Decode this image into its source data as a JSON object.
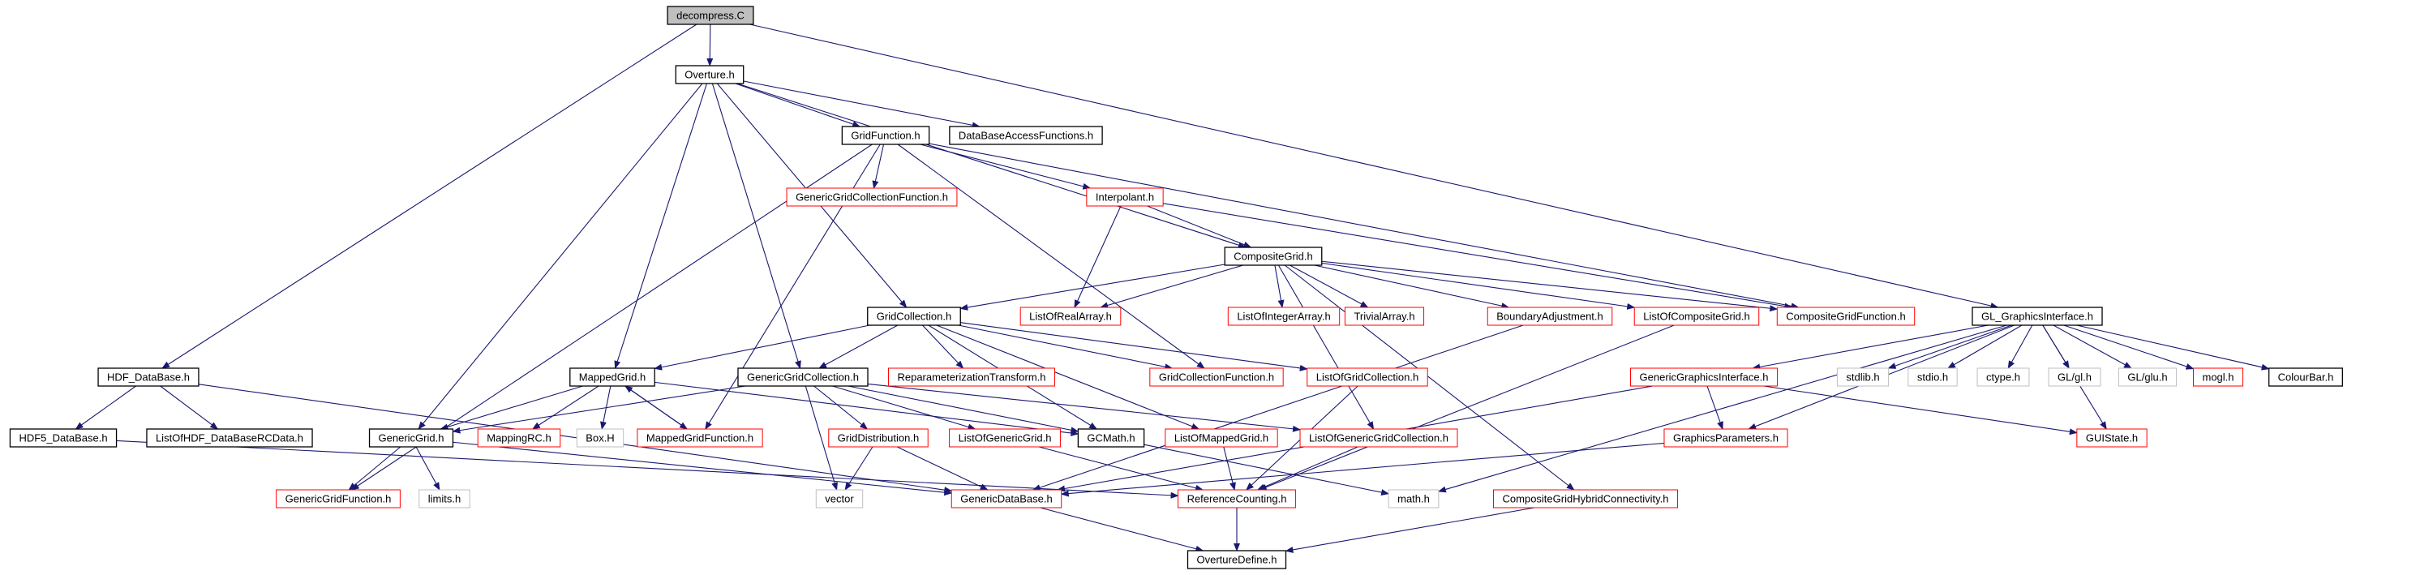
{
  "graph": {
    "nodes": [
      {
        "id": "decompress",
        "label": "decompress.C",
        "style": "root"
      },
      {
        "id": "overture",
        "label": "Overture.h",
        "style": "black"
      },
      {
        "id": "hdf_database",
        "label": "HDF_DataBase.h",
        "style": "black"
      },
      {
        "id": "gl_graphics",
        "label": "GL_GraphicsInterface.h",
        "style": "black"
      },
      {
        "id": "gridfunction",
        "label": "GridFunction.h",
        "style": "black"
      },
      {
        "id": "dbaccess",
        "label": "DataBaseAccessFunctions.h",
        "style": "black"
      },
      {
        "id": "generic_gc_function",
        "label": "GenericGridCollectionFunction.h",
        "style": "red"
      },
      {
        "id": "interpolant",
        "label": "Interpolant.h",
        "style": "red"
      },
      {
        "id": "compositegrid",
        "label": "CompositeGrid.h",
        "style": "black"
      },
      {
        "id": "gridcollection",
        "label": "GridCollection.h",
        "style": "black"
      },
      {
        "id": "listofrealarray",
        "label": "ListOfRealArray.h",
        "style": "red"
      },
      {
        "id": "listofintegerarray",
        "label": "ListOfIntegerArray.h",
        "style": "red"
      },
      {
        "id": "trivialarray",
        "label": "TrivialArray.h",
        "style": "red"
      },
      {
        "id": "boundaryadjustment",
        "label": "BoundaryAdjustment.h",
        "style": "red"
      },
      {
        "id": "listofcompositegrid",
        "label": "ListOfCompositeGrid.h",
        "style": "red"
      },
      {
        "id": "compositegridfunction",
        "label": "CompositeGridFunction.h",
        "style": "red"
      },
      {
        "id": "mappedgrid",
        "label": "MappedGrid.h",
        "style": "black"
      },
      {
        "id": "genericgridcollection",
        "label": "GenericGridCollection.h",
        "style": "black"
      },
      {
        "id": "reparam",
        "label": "ReparameterizationTransform.h",
        "style": "red"
      },
      {
        "id": "gridcollectionfunction",
        "label": "GridCollectionFunction.h",
        "style": "red"
      },
      {
        "id": "listofgridcollection",
        "label": "ListOfGridCollection.h",
        "style": "red"
      },
      {
        "id": "genericgraphicsinterface",
        "label": "GenericGraphicsInterface.h",
        "style": "red"
      },
      {
        "id": "stdlib",
        "label": "stdlib.h",
        "style": "gray"
      },
      {
        "id": "stdio",
        "label": "stdio.h",
        "style": "gray"
      },
      {
        "id": "ctype",
        "label": "ctype.h",
        "style": "gray"
      },
      {
        "id": "gl_gl",
        "label": "GL/gl.h",
        "style": "gray"
      },
      {
        "id": "gl_glu",
        "label": "GL/glu.h",
        "style": "gray"
      },
      {
        "id": "mogl",
        "label": "mogl.h",
        "style": "red"
      },
      {
        "id": "colourbar",
        "label": "ColourBar.h",
        "style": "black"
      },
      {
        "id": "hdf5_database",
        "label": "HDF5_DataBase.h",
        "style": "black"
      },
      {
        "id": "listofhdf",
        "label": "ListOfHDF_DataBaseRCData.h",
        "style": "black"
      },
      {
        "id": "genericgrid",
        "label": "GenericGrid.h",
        "style": "black"
      },
      {
        "id": "mappingrc",
        "label": "MappingRC.h",
        "style": "red"
      },
      {
        "id": "boxh",
        "label": "Box.H",
        "style": "gray"
      },
      {
        "id": "mappedgridfunction",
        "label": "MappedGridFunction.h",
        "style": "red"
      },
      {
        "id": "griddistribution",
        "label": "GridDistribution.h",
        "style": "red"
      },
      {
        "id": "listofgenericgrid",
        "label": "ListOfGenericGrid.h",
        "style": "red"
      },
      {
        "id": "gcmath",
        "label": "GCMath.h",
        "style": "black"
      },
      {
        "id": "listofmappedgrid",
        "label": "ListOfMappedGrid.h",
        "style": "red"
      },
      {
        "id": "listofgenericgc",
        "label": "ListOfGenericGridCollection.h",
        "style": "red"
      },
      {
        "id": "graphicsparameters",
        "label": "GraphicsParameters.h",
        "style": "red"
      },
      {
        "id": "guistate",
        "label": "GUIState.h",
        "style": "red"
      },
      {
        "id": "genericgridfunction",
        "label": "GenericGridFunction.h",
        "style": "red"
      },
      {
        "id": "limits",
        "label": "limits.h",
        "style": "gray"
      },
      {
        "id": "vector",
        "label": "vector",
        "style": "gray"
      },
      {
        "id": "genericdatabase",
        "label": "GenericDataBase.h",
        "style": "red"
      },
      {
        "id": "referencecounting",
        "label": "ReferenceCounting.h",
        "style": "red"
      },
      {
        "id": "mathh",
        "label": "math.h",
        "style": "gray"
      },
      {
        "id": "cghc",
        "label": "CompositeGridHybridConnectivity.h",
        "style": "red"
      },
      {
        "id": "overturedefine",
        "label": "OvertureDefine.h",
        "style": "black"
      }
    ],
    "edges": [
      [
        "decompress",
        "overture"
      ],
      [
        "decompress",
        "hdf_database"
      ],
      [
        "decompress",
        "gl_graphics"
      ],
      [
        "overture",
        "gridfunction"
      ],
      [
        "overture",
        "dbaccess"
      ],
      [
        "overture",
        "compositegrid"
      ],
      [
        "overture",
        "gridcollection"
      ],
      [
        "overture",
        "mappedgrid"
      ],
      [
        "overture",
        "genericgridcollection"
      ],
      [
        "overture",
        "genericgrid"
      ],
      [
        "gridfunction",
        "generic_gc_function"
      ],
      [
        "gridfunction",
        "interpolant"
      ],
      [
        "gridfunction",
        "compositegridfunction"
      ],
      [
        "gridfunction",
        "gridcollectionfunction"
      ],
      [
        "gridfunction",
        "mappedgridfunction"
      ],
      [
        "gridfunction",
        "genericgridfunction"
      ],
      [
        "interpolant",
        "compositegrid"
      ],
      [
        "interpolant",
        "listofrealarray"
      ],
      [
        "interpolant",
        "compositegridfunction"
      ],
      [
        "compositegrid",
        "gridcollection"
      ],
      [
        "compositegrid",
        "listofrealarray"
      ],
      [
        "compositegrid",
        "listofintegerarray"
      ],
      [
        "compositegrid",
        "trivialarray"
      ],
      [
        "compositegrid",
        "boundaryadjustment"
      ],
      [
        "compositegrid",
        "listofcompositegrid"
      ],
      [
        "compositegrid",
        "compositegridfunction"
      ],
      [
        "compositegrid",
        "listofgenericgc"
      ],
      [
        "compositegrid",
        "cghc"
      ],
      [
        "gridcollection",
        "mappedgrid"
      ],
      [
        "gridcollection",
        "genericgridcollection"
      ],
      [
        "gridcollection",
        "reparam"
      ],
      [
        "gridcollection",
        "gridcollectionfunction"
      ],
      [
        "gridcollection",
        "listofgridcollection"
      ],
      [
        "gridcollection",
        "gcmath"
      ],
      [
        "gridcollection",
        "listofmappedgrid"
      ],
      [
        "gl_graphics",
        "genericgraphicsinterface"
      ],
      [
        "gl_graphics",
        "stdlib"
      ],
      [
        "gl_graphics",
        "stdio"
      ],
      [
        "gl_graphics",
        "ctype"
      ],
      [
        "gl_graphics",
        "gl_gl"
      ],
      [
        "gl_graphics",
        "gl_glu"
      ],
      [
        "gl_graphics",
        "mogl"
      ],
      [
        "gl_graphics",
        "colourbar"
      ],
      [
        "gl_graphics",
        "guistate"
      ],
      [
        "gl_graphics",
        "graphicsparameters"
      ],
      [
        "gl_graphics",
        "mathh"
      ],
      [
        "hdf_database",
        "hdf5_database"
      ],
      [
        "hdf_database",
        "listofhdf"
      ],
      [
        "hdf_database",
        "genericdatabase"
      ],
      [
        "hdf5_database",
        "referencecounting"
      ],
      [
        "mappedgrid",
        "genericgrid"
      ],
      [
        "mappedgrid",
        "mappingrc"
      ],
      [
        "mappedgrid",
        "boxh"
      ],
      [
        "mappedgrid",
        "mappedgridfunction"
      ],
      [
        "mappedgrid",
        "gcmath"
      ],
      [
        "mappedgridfunction",
        "mappedgrid"
      ],
      [
        "genericgridcollection",
        "genericgrid"
      ],
      [
        "genericgridcollection",
        "griddistribution"
      ],
      [
        "genericgridcollection",
        "listofgenericgrid"
      ],
      [
        "genericgridcollection",
        "gcmath"
      ],
      [
        "genericgridcollection",
        "listofgenericgc"
      ],
      [
        "genericgridcollection",
        "vector"
      ],
      [
        "genericgrid",
        "genericgridfunction"
      ],
      [
        "genericgrid",
        "limits"
      ],
      [
        "genericgrid",
        "genericdatabase"
      ],
      [
        "griddistribution",
        "vector"
      ],
      [
        "griddistribution",
        "genericdatabase"
      ],
      [
        "listofgenericgrid",
        "referencecounting"
      ],
      [
        "gcmath",
        "mathh"
      ],
      [
        "listofmappedgrid",
        "referencecounting"
      ],
      [
        "listofgenericgc",
        "referencecounting"
      ],
      [
        "listofgridcollection",
        "referencecounting"
      ],
      [
        "listofcompositegrid",
        "referencecounting"
      ],
      [
        "boundaryadjustment",
        "genericdatabase"
      ],
      [
        "genericgraphicsinterface",
        "graphicsparameters"
      ],
      [
        "genericgraphicsinterface",
        "guistate"
      ],
      [
        "genericgraphicsinterface",
        "genericdatabase"
      ],
      [
        "graphicsparameters",
        "genericdatabase"
      ],
      [
        "genericdatabase",
        "overturedefine"
      ],
      [
        "referencecounting",
        "overturedefine"
      ],
      [
        "cghc",
        "overturedefine"
      ]
    ]
  },
  "colors": {
    "edge": "#191970",
    "black_border": "#000000",
    "red_border": "#ff0000",
    "gray_border": "#bfbfbf",
    "root_fill": "#bfbfbf",
    "node_fill": "#ffffff",
    "text": "#000000"
  }
}
